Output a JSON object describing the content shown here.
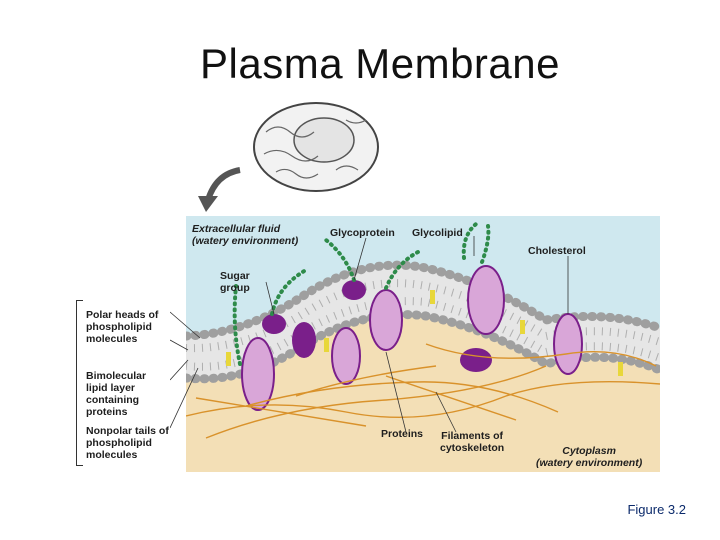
{
  "title": "Plasma Membrane",
  "figure_ref": "Figure 3.2",
  "labels": {
    "extracellular_line1": "Extracellular fluid",
    "extracellular_line2": "(watery environment)",
    "glycoprotein": "Glycoprotein",
    "glycolipid": "Glycolipid",
    "cholesterol": "Cholesterol",
    "sugar_group_line1": "Sugar",
    "sugar_group_line2": "group",
    "proteins": "Proteins",
    "filaments_line1": "Filaments of",
    "filaments_line2": "cytoskeleton",
    "cytoplasm_line1": "Cytoplasm",
    "cytoplasm_line2": "(watery environment)"
  },
  "side_labels": {
    "polar_heads": [
      "Polar heads of",
      "phospholipid",
      "molecules"
    ],
    "bilayer": [
      "Bimolecular",
      "lipid layer",
      "containing",
      "proteins"
    ],
    "nonpolar_tails": [
      "Nonpolar tails of",
      "phospholipid",
      "molecules"
    ]
  },
  "colors": {
    "extracellular": "#cfe8ef",
    "cytoplasm": "#f3dfb6",
    "lipid_head": "#bdbdbd",
    "protein": "#7a1f8a",
    "protein_light": "#d9a6d8",
    "sugar": "#2e8b4a",
    "cholesterol": "#e8d73a",
    "filament": "#d9922b"
  }
}
